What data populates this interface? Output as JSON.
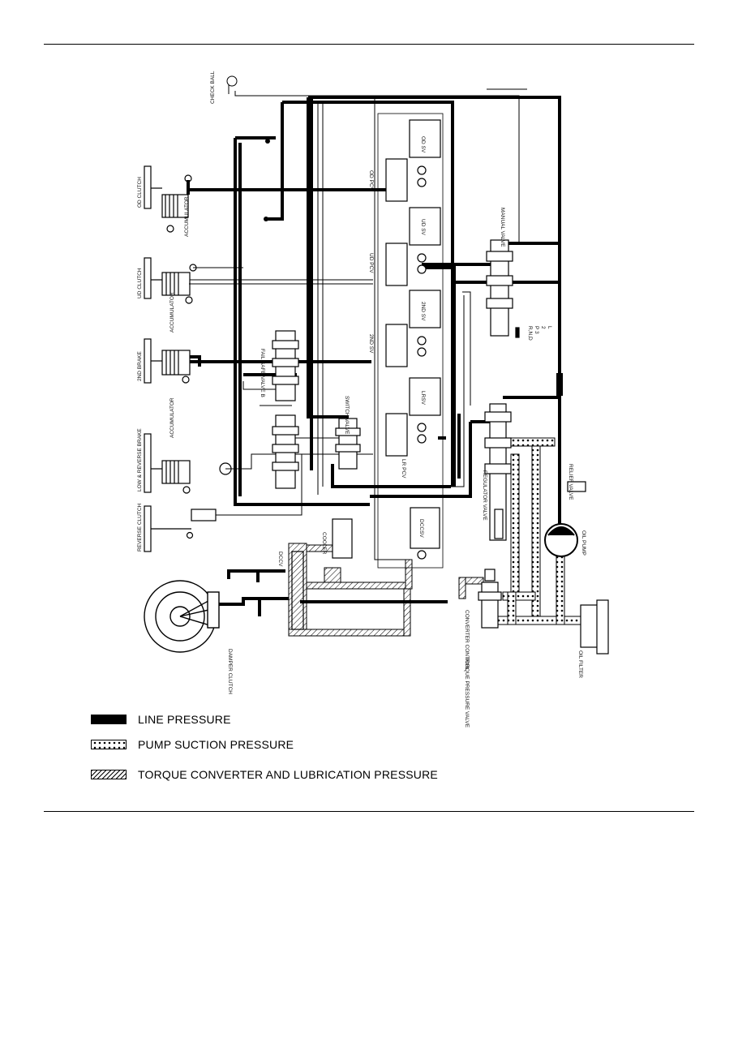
{
  "diagram": {
    "labels": {
      "check_ball": "CHECK BALL",
      "od_clutch": "OD CLUTCH",
      "accumulator_1": "ACCUMULATOR",
      "ud_clutch": "UD CLUTCH",
      "accumulator_2": "ACCUMULATOR",
      "second_brake": "2ND BRAKE",
      "accumulator_3": "ACCUMULATOR",
      "low_reverse_brake": "LOW & REVERSE BRAKE",
      "reverse_clutch": "REVERSE CLUTCH",
      "fail_safe_valve": "FAIL SAFE VALVE B",
      "od_sv": "OD SV",
      "od_pcv": "OD PCV",
      "ud_sv": "UD SV",
      "ud_pcv": "UD PCV",
      "second_sv_box": "2ND SV",
      "second_sv": "2ND SV",
      "lrsv": "LRSV",
      "lr_pcv": "LR PCV",
      "switch_valve": "SWITCH VALVE",
      "dccsv": "DCCSV",
      "manual_valve": "MANUAL VALVE",
      "rnd": "R,N,D",
      "p3": "P 3",
      "gear_2": "2",
      "gear_l": "L",
      "relief_valve": "RELIEF VALVE",
      "regulator_valve": "REGULATOR VALVE",
      "oil_pump": "OIL PUMP",
      "oil_filter": "OIL FILTER",
      "cooler": "COOLER",
      "dccv": "DCCV",
      "damper_clutch": "DAMPER CLUTCH",
      "torque_pressure_valve": "TORQUE PRESSURE VALVE",
      "converter_control": "CONVERTER CONTROL"
    }
  },
  "legend": {
    "line_pressure": "LINE PRESSURE",
    "pump_suction": "PUMP SUCTION PRESSURE",
    "torque_converter": "TORQUE CONVERTER AND LUBRICATION PRESSURE"
  }
}
